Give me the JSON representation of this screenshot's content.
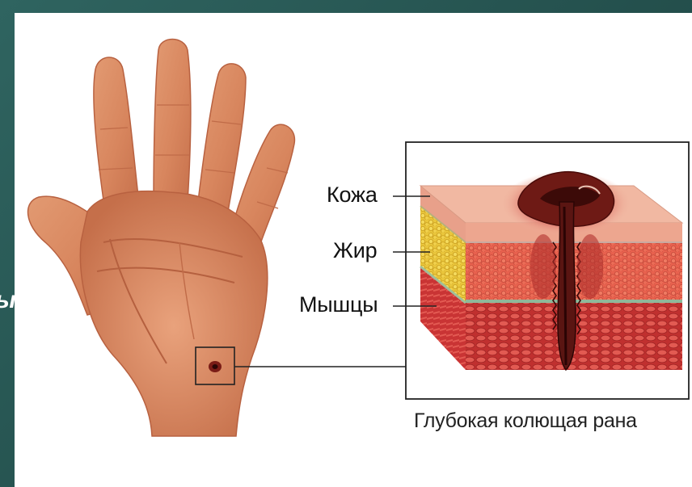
{
  "side_text": "ы",
  "labels": {
    "skin": "Кожа",
    "fat": "Жир",
    "muscle": "Мышцы"
  },
  "caption": "Глубокая колющая рана",
  "colors": {
    "background": "#2c5956",
    "panel": "#ffffff",
    "skin_tone": "#d98a63",
    "skin_layer": "#f0b39e",
    "fat_layer": "#e6c236",
    "muscle_layer": "#d23c3c",
    "wound": "#5a1512"
  }
}
